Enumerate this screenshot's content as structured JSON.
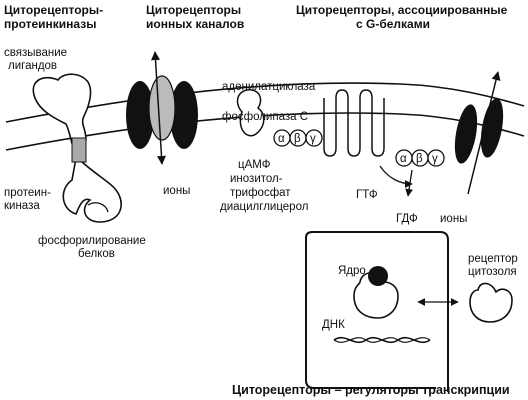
{
  "headers": {
    "col1_line1": "Циторецепторы-",
    "col1_line2": "протеинкиназы",
    "col2_line1": "Циторецепторы",
    "col2_line2": "ионных каналов",
    "col3_line1": "Циторецепторы, ассоциированные",
    "col3_line2": "с G-белками"
  },
  "labels": {
    "ligand_binding_1": "связывание",
    "ligand_binding_2": "лигандов",
    "protein_kinase_1": "протеин-",
    "protein_kinase_2": "киназа",
    "phosphorylation_1": "фосфорилирование",
    "phosphorylation_2": "белков",
    "ions_left": "ионы",
    "adenylate_cyclase": "аденилатциклаза",
    "phospholipase_c": "фосфолипаза С",
    "camp": "цАМФ",
    "ip3_1": "инозитол-",
    "ip3_2": "трифосфат",
    "dag": "диацилглицерол",
    "gtp": "ГТФ",
    "gdp": "ГДФ",
    "ions_right": "ионы",
    "nucleus": "Ядро",
    "dna": "ДНК",
    "cytosol_receptor_1": "рецептор",
    "cytosol_receptor_2": "цитозоля",
    "subunit_alpha": "α",
    "subunit_beta": "β",
    "subunit_gamma": "γ"
  },
  "footer": {
    "caption_bold": "Циторецепторы",
    "caption_rest": " – регуляторы транскрипции"
  }
}
